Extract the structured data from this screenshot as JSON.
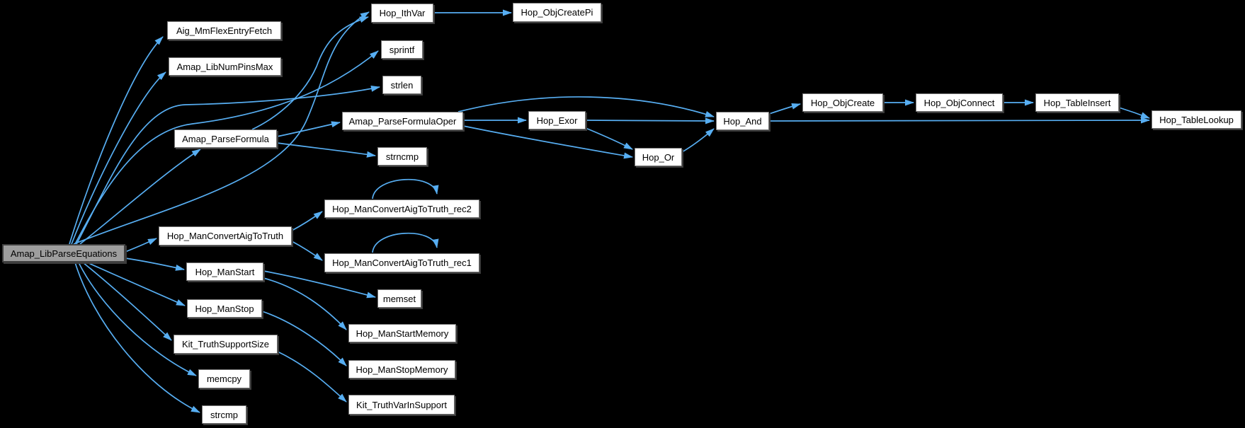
{
  "diagram": {
    "type": "call-graph",
    "background_color": "#000000",
    "edge_color": "#57aef2",
    "node_fill": "#ffffff",
    "node_border": "#757575",
    "main_node_fill": "#9e9e9e",
    "main_node_border": "#3f3f3f"
  },
  "nodes": [
    {
      "id": "Amap_LibParseEquations",
      "label": "Amap_LibParseEquations",
      "main": true
    },
    {
      "id": "Aig_MmFlexEntryFetch",
      "label": "Aig_MmFlexEntryFetch"
    },
    {
      "id": "Amap_LibNumPinsMax",
      "label": "Amap_LibNumPinsMax"
    },
    {
      "id": "Hop_IthVar",
      "label": "Hop_IthVar"
    },
    {
      "id": "Hop_ObjCreatePi",
      "label": "Hop_ObjCreatePi"
    },
    {
      "id": "sprintf",
      "label": "sprintf"
    },
    {
      "id": "strlen",
      "label": "strlen"
    },
    {
      "id": "Amap_ParseFormula",
      "label": "Amap_ParseFormula"
    },
    {
      "id": "Amap_ParseFormulaOper",
      "label": "Amap_ParseFormulaOper"
    },
    {
      "id": "strncmp",
      "label": "strncmp"
    },
    {
      "id": "Hop_Exor",
      "label": "Hop_Exor"
    },
    {
      "id": "Hop_Or",
      "label": "Hop_Or"
    },
    {
      "id": "Hop_And",
      "label": "Hop_And"
    },
    {
      "id": "Hop_ObjCreate",
      "label": "Hop_ObjCreate"
    },
    {
      "id": "Hop_ObjConnect",
      "label": "Hop_ObjConnect"
    },
    {
      "id": "Hop_TableInsert",
      "label": "Hop_TableInsert"
    },
    {
      "id": "Hop_TableLookup",
      "label": "Hop_TableLookup"
    },
    {
      "id": "Hop_ManConvertAigToTruth",
      "label": "Hop_ManConvertAigToTruth"
    },
    {
      "id": "Hop_ManConvertAigToTruth_rec2",
      "label": "Hop_ManConvertAigToTruth_rec2"
    },
    {
      "id": "Hop_ManConvertAigToTruth_rec1",
      "label": "Hop_ManConvertAigToTruth_rec1"
    },
    {
      "id": "Hop_ManStart",
      "label": "Hop_ManStart"
    },
    {
      "id": "memset",
      "label": "memset"
    },
    {
      "id": "Hop_ManStartMemory",
      "label": "Hop_ManStartMemory"
    },
    {
      "id": "Hop_ManStop",
      "label": "Hop_ManStop"
    },
    {
      "id": "Hop_ManStopMemory",
      "label": "Hop_ManStopMemory"
    },
    {
      "id": "Kit_TruthSupportSize",
      "label": "Kit_TruthSupportSize"
    },
    {
      "id": "Kit_TruthVarInSupport",
      "label": "Kit_TruthVarInSupport"
    },
    {
      "id": "memcpy",
      "label": "memcpy"
    },
    {
      "id": "strcmp",
      "label": "strcmp"
    }
  ],
  "edges": [
    {
      "from": "Amap_LibParseEquations",
      "to": "Aig_MmFlexEntryFetch"
    },
    {
      "from": "Amap_LibParseEquations",
      "to": "Amap_LibNumPinsMax"
    },
    {
      "from": "Amap_LibParseEquations",
      "to": "Hop_IthVar"
    },
    {
      "from": "Amap_LibParseEquations",
      "to": "sprintf"
    },
    {
      "from": "Amap_LibParseEquations",
      "to": "strlen"
    },
    {
      "from": "Amap_LibParseEquations",
      "to": "Amap_ParseFormula"
    },
    {
      "from": "Amap_LibParseEquations",
      "to": "Hop_ManConvertAigToTruth"
    },
    {
      "from": "Amap_LibParseEquations",
      "to": "Hop_ManStart"
    },
    {
      "from": "Amap_LibParseEquations",
      "to": "Hop_ManStop"
    },
    {
      "from": "Amap_LibParseEquations",
      "to": "Kit_TruthSupportSize"
    },
    {
      "from": "Amap_LibParseEquations",
      "to": "memcpy"
    },
    {
      "from": "Amap_LibParseEquations",
      "to": "strcmp"
    },
    {
      "from": "Amap_ParseFormula",
      "to": "Hop_IthVar"
    },
    {
      "from": "Amap_ParseFormula",
      "to": "Amap_ParseFormulaOper"
    },
    {
      "from": "Amap_ParseFormula",
      "to": "strncmp"
    },
    {
      "from": "Amap_ParseFormulaOper",
      "to": "Hop_Exor"
    },
    {
      "from": "Amap_ParseFormulaOper",
      "to": "Hop_And"
    },
    {
      "from": "Amap_ParseFormulaOper",
      "to": "Hop_Or"
    },
    {
      "from": "Hop_Exor",
      "to": "Hop_And"
    },
    {
      "from": "Hop_Exor",
      "to": "Hop_Or"
    },
    {
      "from": "Hop_Or",
      "to": "Hop_And"
    },
    {
      "from": "Hop_And",
      "to": "Hop_ObjCreate"
    },
    {
      "from": "Hop_And",
      "to": "Hop_TableLookup"
    },
    {
      "from": "Hop_ObjCreate",
      "to": "Hop_ObjConnect"
    },
    {
      "from": "Hop_ObjConnect",
      "to": "Hop_TableInsert"
    },
    {
      "from": "Hop_TableInsert",
      "to": "Hop_TableLookup"
    },
    {
      "from": "Hop_IthVar",
      "to": "Hop_ObjCreatePi"
    },
    {
      "from": "Hop_ManConvertAigToTruth",
      "to": "Hop_ManConvertAigToTruth_rec2"
    },
    {
      "from": "Hop_ManConvertAigToTruth",
      "to": "Hop_ManConvertAigToTruth_rec1"
    },
    {
      "from": "Hop_ManConvertAigToTruth_rec2",
      "to": "Hop_ManConvertAigToTruth_rec2"
    },
    {
      "from": "Hop_ManConvertAigToTruth_rec1",
      "to": "Hop_ManConvertAigToTruth_rec1"
    },
    {
      "from": "Hop_ManStart",
      "to": "memset"
    },
    {
      "from": "Hop_ManStart",
      "to": "Hop_ManStartMemory"
    },
    {
      "from": "Hop_ManStop",
      "to": "Hop_ManStopMemory"
    },
    {
      "from": "Kit_TruthSupportSize",
      "to": "Kit_TruthVarInSupport"
    }
  ]
}
